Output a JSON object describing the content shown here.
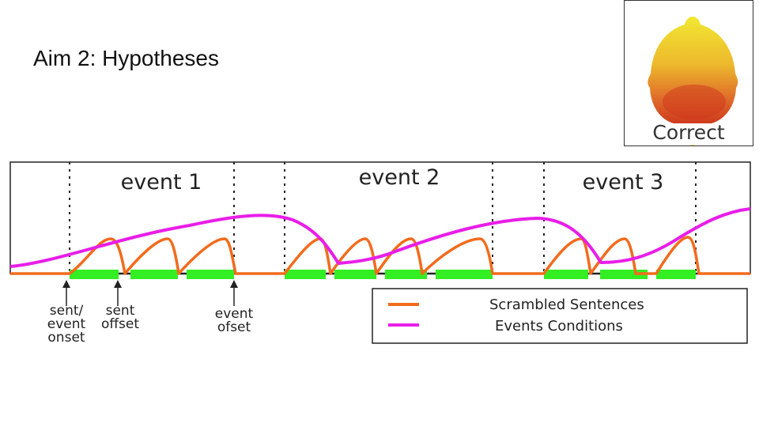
{
  "slide": {
    "title": "Aim 2: Hypotheses"
  },
  "head_map": {
    "label": "Correct",
    "colors": {
      "top": "#f2e832",
      "mid": "#e8962a",
      "bottom": "#d4401f"
    }
  },
  "diagram": {
    "events": [
      "event 1",
      "event 2",
      "event 3"
    ],
    "markers": [
      {
        "lines": [
          "sent/",
          "event",
          "onset"
        ]
      },
      {
        "lines": [
          "sent",
          "offset"
        ]
      },
      {
        "lines": [
          "event",
          "ofset"
        ]
      }
    ],
    "legend": [
      {
        "label": "Scrambled Sentences",
        "color": "#f26b1d"
      },
      {
        "label": "Events Conditions",
        "color": "#e81ee8"
      }
    ],
    "colors": {
      "sentence_block": "#33ee22",
      "scrambled": "#f26b1d",
      "events": "#e81ee8",
      "frame": "#222222"
    }
  }
}
